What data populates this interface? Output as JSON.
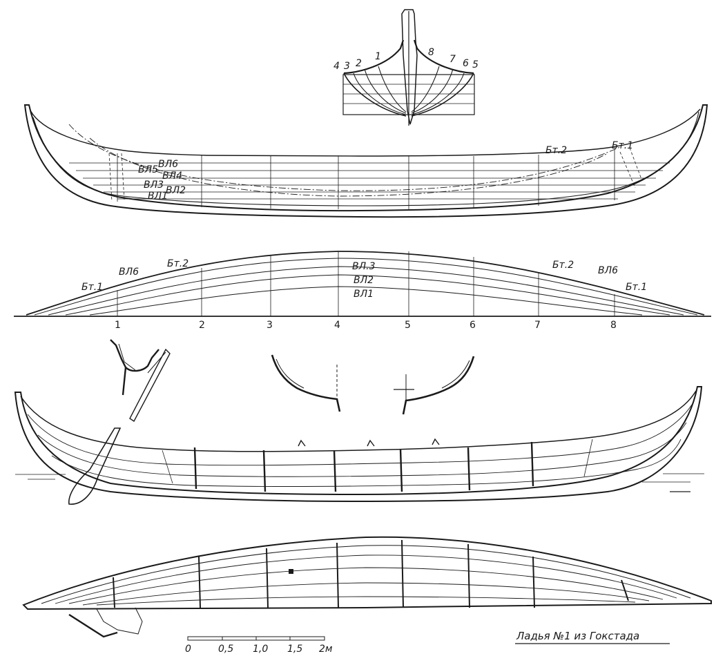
{
  "body_plan": {
    "station_labels_left": [
      "4",
      "3",
      "2",
      "1"
    ],
    "station_labels_right": [
      "8",
      "7",
      "6",
      "5"
    ]
  },
  "profile_view": {
    "waterline_labels": [
      "ВЛ6",
      "ВЛ5",
      "ВЛ4",
      "ВЛ3",
      "ВЛ2",
      "ВЛ1"
    ],
    "buttock_labels": [
      "Бт.2",
      "Бт.1"
    ]
  },
  "half_breadth_view": {
    "labels_left": [
      "Бт.1",
      "ВЛ6",
      "Бт.2"
    ],
    "labels_center": [
      "ВЛ.3",
      "ВЛ2",
      "ВЛ1"
    ],
    "labels_right": [
      "Бт.2",
      "ВЛ6",
      "Бт.1"
    ],
    "station_numbers": [
      "1",
      "2",
      "3",
      "4",
      "5",
      "6",
      "7",
      "8"
    ]
  },
  "scale_bar": {
    "ticks": [
      "0",
      "0,5",
      "1,0",
      "1,5",
      "2м"
    ]
  },
  "caption": "Ладья №1 из Гокстада"
}
